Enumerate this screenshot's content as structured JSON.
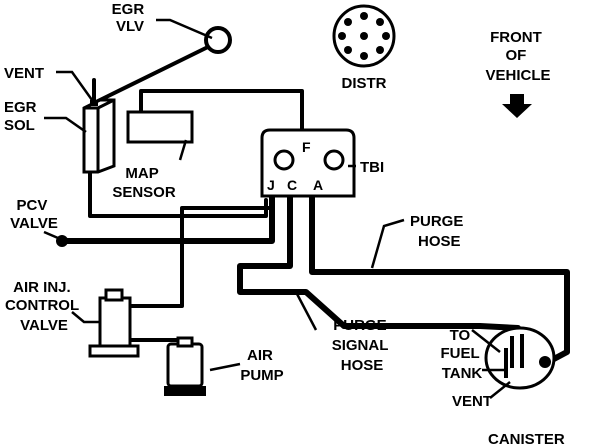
{
  "labels": {
    "egr_vlv": [
      "EGR",
      "VLV"
    ],
    "vent_top": "VENT",
    "egr_sol": [
      "EGR",
      "SOL"
    ],
    "map_sensor": [
      "MAP",
      "SENSOR"
    ],
    "distr": "DISTR",
    "front_of_vehicle": [
      "FRONT",
      "OF",
      "VEHICLE"
    ],
    "tbi": "TBI",
    "tbi_ports": {
      "f": "F",
      "j": "J",
      "c": "C",
      "a": "A"
    },
    "pcv_valve": [
      "PCV",
      "VALVE"
    ],
    "purge_hose": [
      "PURGE",
      "HOSE"
    ],
    "air_inj_control_valve": [
      "AIR INJ.",
      "CONTROL",
      "VALVE"
    ],
    "air_pump": [
      "AIR",
      "PUMP"
    ],
    "purge_signal_hose": [
      "PURGE",
      "SIGNAL",
      "HOSE"
    ],
    "to_fuel_tank": [
      "TO",
      "FUEL",
      "TANK"
    ],
    "vent_bottom": "VENT",
    "canister": "CANISTER"
  },
  "colors": {
    "ink": "#000000",
    "paper": "#ffffff"
  }
}
